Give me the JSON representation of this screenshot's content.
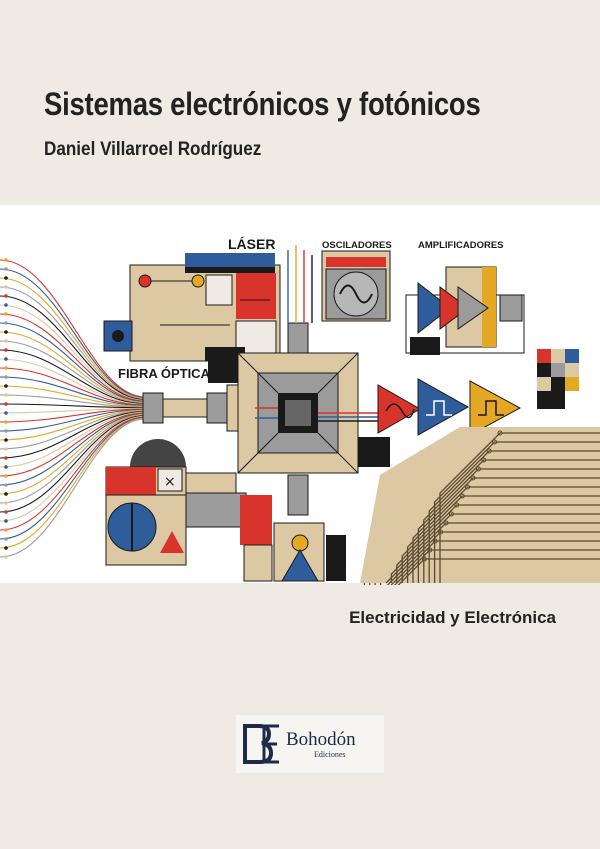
{
  "book": {
    "title": "Sistemas electrónicos y fotónicos",
    "author": "Daniel Villarroel Rodríguez",
    "collection": "Electricidad y Electrónica"
  },
  "illustration": {
    "labels": {
      "laser": "LÁSER",
      "oscillators": "OSCILADORES",
      "amplifiers": "AMPLIFICADORES",
      "fiber_optics": "FIBRA ÓPTICA"
    }
  },
  "publisher": {
    "name": "Bohodón",
    "subtitle": "Ediciones",
    "logo_icon": "be-monogram-icon"
  },
  "colors": {
    "background": "#efebe4",
    "text": "#222222",
    "red": "#d9342b",
    "blue": "#2f5d9b",
    "yellow": "#e5a824",
    "tan": "#dcc8a3",
    "gray": "#9b9b9b",
    "black": "#1a1a1a",
    "publisher_navy": "#1d2a4a"
  }
}
